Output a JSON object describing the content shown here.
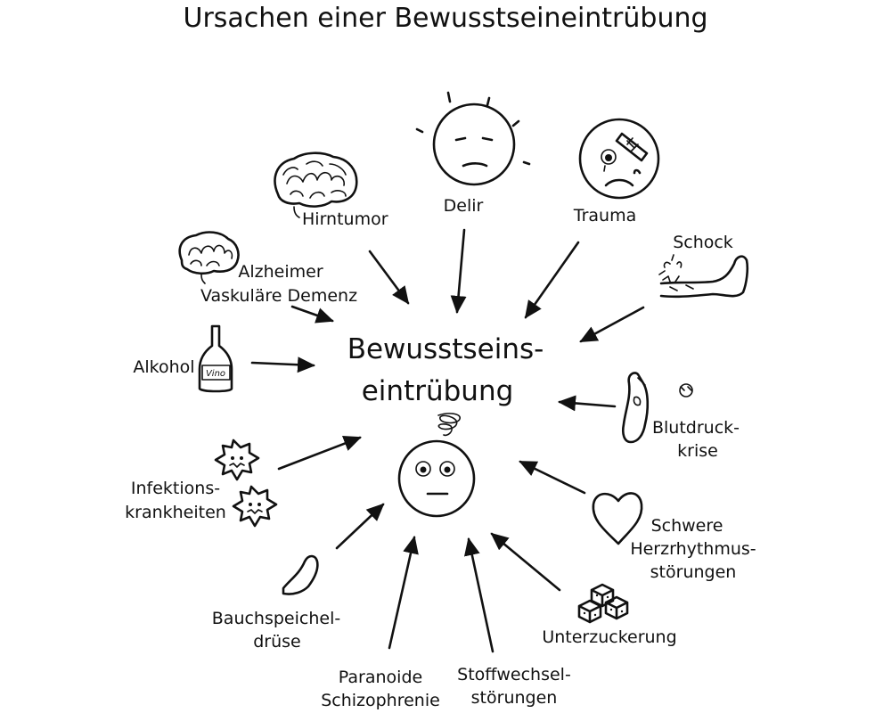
{
  "title": "Ursachen einer Bewusstseineintrübung",
  "center": {
    "line1": "Bewusstseins-",
    "line2": "eintrübung"
  },
  "causes": {
    "hirntumor": [
      "Hirntumor"
    ],
    "delir": [
      "Delir"
    ],
    "trauma": [
      "Trauma"
    ],
    "schock": [
      "Schock"
    ],
    "alzheimer": [
      "Alzheimer",
      "Vaskuläre Demenz"
    ],
    "alkohol": [
      "Alkohol"
    ],
    "blutdruck": [
      "Blutdruck-",
      "krise"
    ],
    "infektion": [
      "Infektions-",
      "krankheiten"
    ],
    "herz": [
      "Schwere",
      "Herzrhythmus-",
      "störungen"
    ],
    "bauch": [
      "Bauchspeichel-",
      "drüse"
    ],
    "unterzucker": [
      "Unterzuckerung"
    ],
    "paranoide": [
      "Paranoide",
      "Schizophrenie"
    ],
    "stoffwechsel": [
      "Stoffwechsel-",
      "störungen"
    ]
  },
  "wine_label": "Vino",
  "icons": [
    "brain-icon",
    "sun-face-icon",
    "injured-face-icon",
    "bleeding-arm-icon",
    "wine-bottle-icon",
    "cut-finger-icon",
    "virus-icon",
    "dizzy-face-icon",
    "heart-icon",
    "pancreas-icon",
    "sugar-cubes-icon"
  ]
}
